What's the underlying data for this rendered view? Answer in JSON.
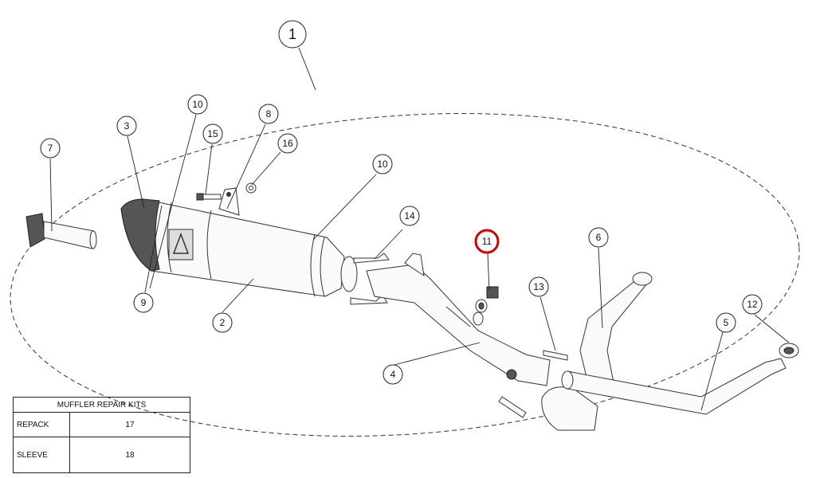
{
  "diagram": {
    "callouts": [
      "1",
      "2",
      "3",
      "4",
      "5",
      "6",
      "7",
      "8",
      "9",
      "10",
      "10",
      "11",
      "12",
      "13",
      "14",
      "15",
      "16"
    ],
    "highlight_color": "#d10000"
  },
  "kits": {
    "title": "MUFFLER REPAIR KITS",
    "rows": [
      {
        "label": "REPACK",
        "value": "17"
      },
      {
        "label": "SLEEVE",
        "value": "18"
      }
    ]
  }
}
